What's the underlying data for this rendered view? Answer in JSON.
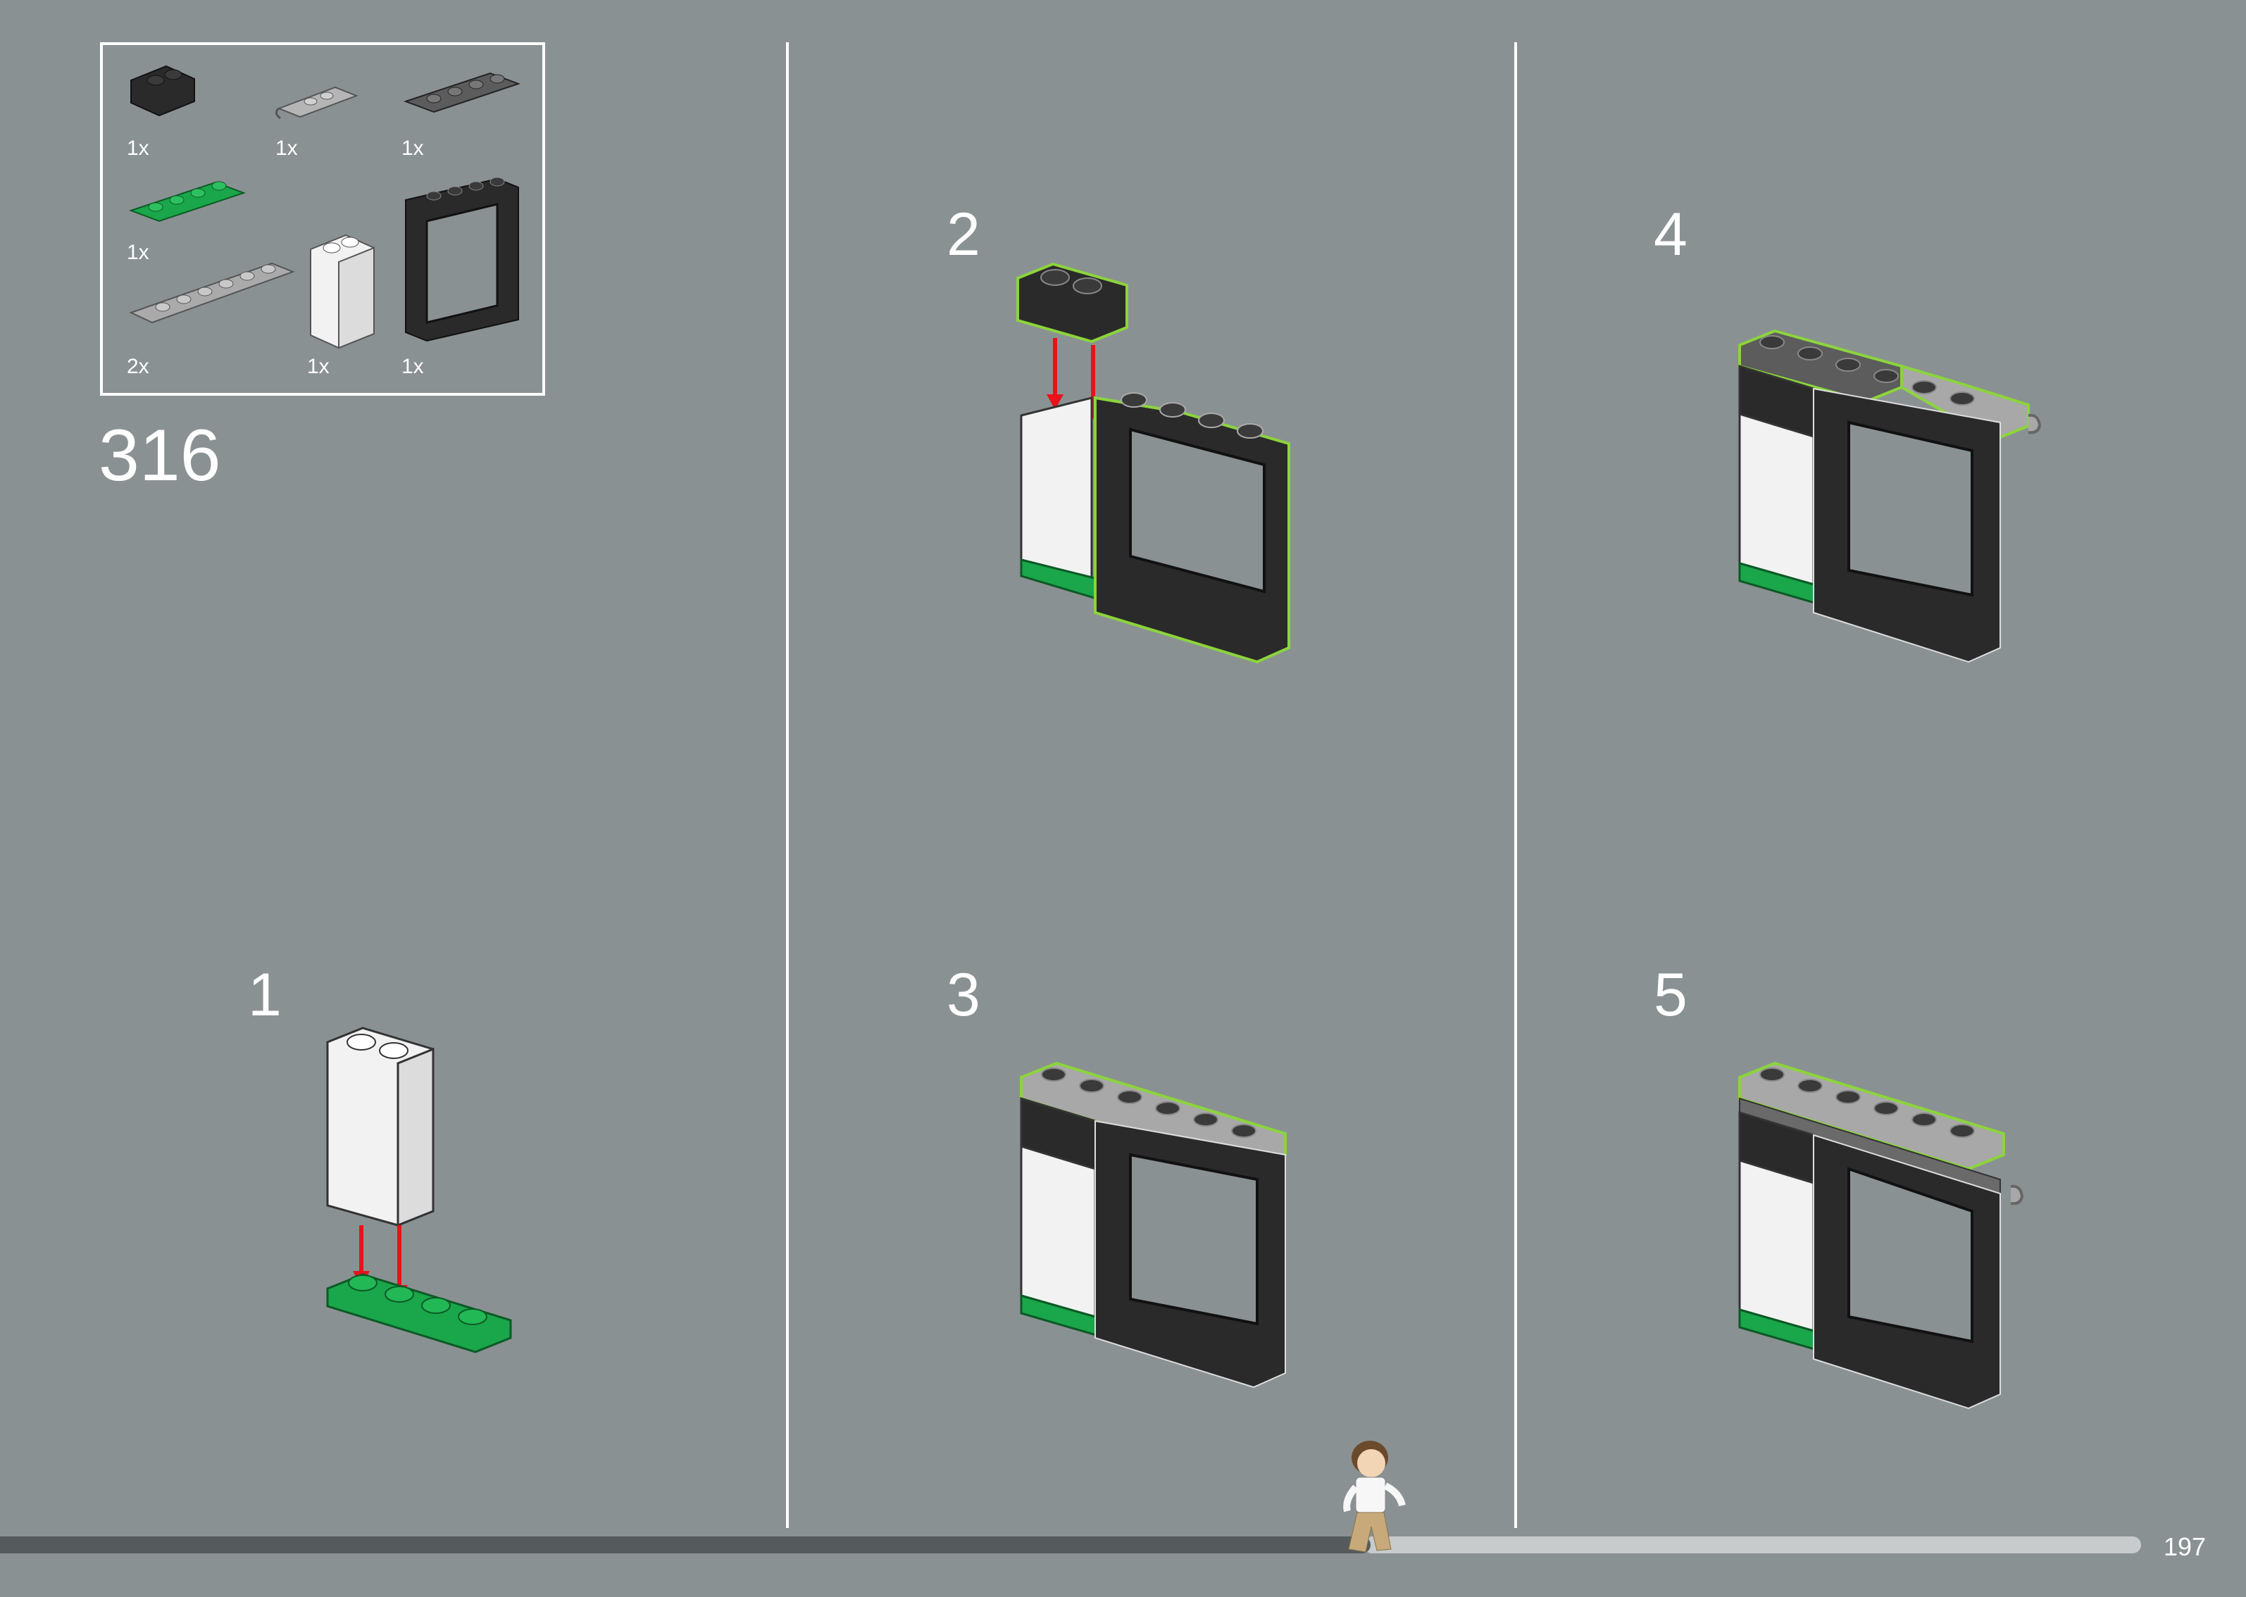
{
  "page": {
    "callout_number": "316",
    "page_number": "197",
    "progress": 0.64
  },
  "parts_list": [
    {
      "id": "black-brick-1x2",
      "qty": "1x"
    },
    {
      "id": "light-gray-plate-clip",
      "qty": "1x"
    },
    {
      "id": "dark-gray-plate-1x4",
      "qty": "1x"
    },
    {
      "id": "green-plate-1x4",
      "qty": "1x"
    },
    {
      "id": "light-gray-plate-1x6",
      "qty": "2x"
    },
    {
      "id": "white-brick-1x2x3",
      "qty": "1x"
    },
    {
      "id": "black-window-frame",
      "qty": "1x"
    }
  ],
  "steps": [
    {
      "number": "1"
    },
    {
      "number": "2"
    },
    {
      "number": "3"
    },
    {
      "number": "4"
    },
    {
      "number": "5"
    }
  ],
  "colors": {
    "background": "#8a9193",
    "highlight": "#8cd43c",
    "arrow": "#e8121b",
    "green_plate": "#1aa64a",
    "black_part": "#2a2a2a",
    "white_part": "#f2f2f2",
    "gray_part": "#a8a8a8"
  },
  "icons": [
    "minifigure-icon",
    "arrow-down-icon"
  ]
}
